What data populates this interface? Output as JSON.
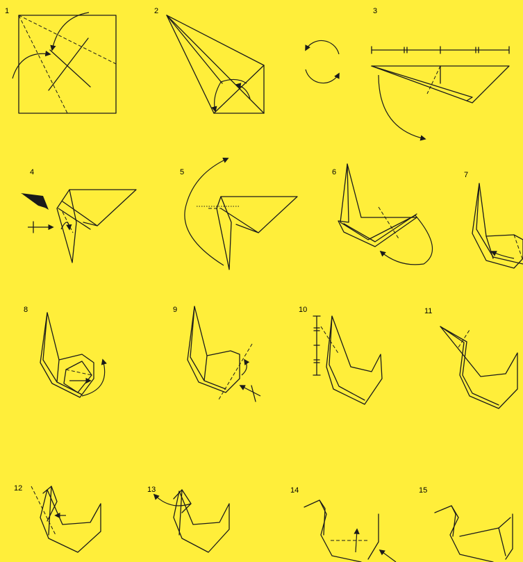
{
  "page": {
    "background": "#FFEE3A",
    "ink": "#1a1a1a"
  },
  "steps": [
    {
      "label": "1"
    },
    {
      "label": "2"
    },
    {
      "label": "3"
    },
    {
      "label": "4"
    },
    {
      "label": "5"
    },
    {
      "label": "6"
    },
    {
      "label": "7"
    },
    {
      "label": "8"
    },
    {
      "label": "9"
    },
    {
      "label": "10"
    },
    {
      "label": "11"
    },
    {
      "label": "12"
    },
    {
      "label": "13"
    },
    {
      "label": "14"
    },
    {
      "label": "15"
    }
  ],
  "icons": {
    "turn_over": "turn-over-icon",
    "push": "push-arrow-icon",
    "fold": "fold-arrow-icon"
  }
}
